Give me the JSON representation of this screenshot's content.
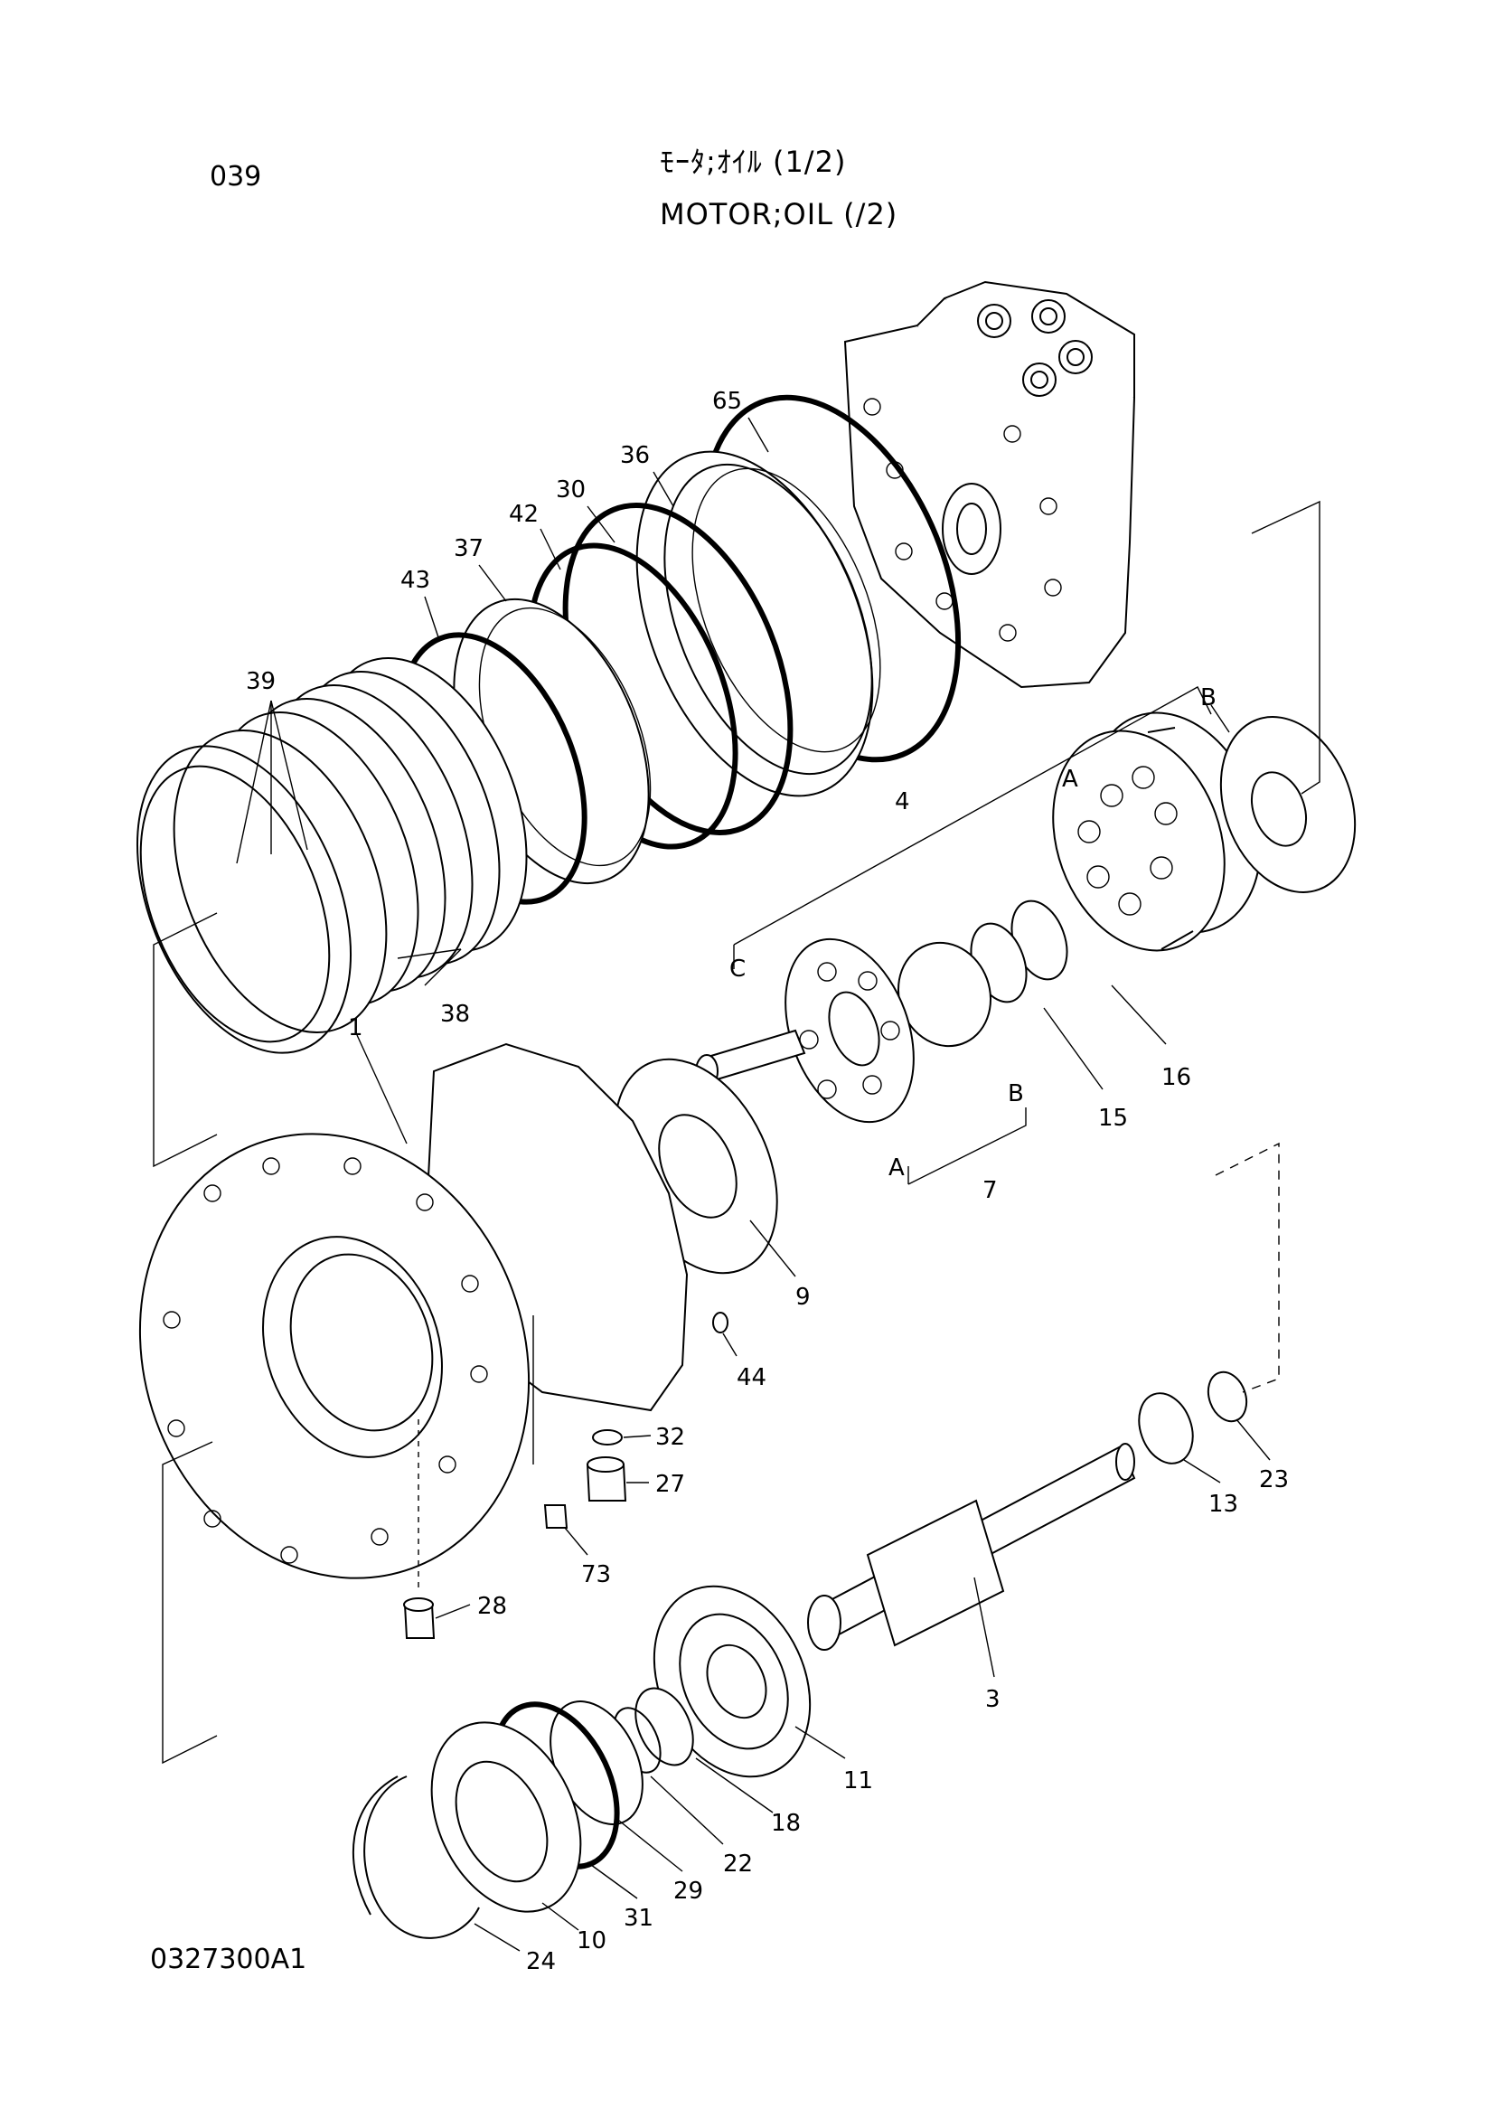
{
  "header": {
    "page_no": "039",
    "title_jp": "ﾓｰﾀ;ｵｲﾙ (1/2)",
    "title_en": "MOTOR;OIL (/2)"
  },
  "footer": {
    "drawing_no": "0327300A1"
  },
  "callouts": {
    "p65": "65",
    "p36": "36",
    "p30": "30",
    "p42": "42",
    "p37": "37",
    "p43": "43",
    "p39": "39",
    "p38": "38",
    "p4": "4",
    "sub_B_top": "B",
    "sub_A_top": "A",
    "sub_C": "C",
    "p16": "16",
    "p15": "15",
    "sub_B_mid": "B",
    "sub_A_mid": "A",
    "p7": "7",
    "p1": "1",
    "p9": "9",
    "p44": "44",
    "p32": "32",
    "p27": "27",
    "p73": "73",
    "p28": "28",
    "p23": "23",
    "p13": "13",
    "p3": "3",
    "p11": "11",
    "p18": "18",
    "p22": "22",
    "p29": "29",
    "p31": "31",
    "p10": "10",
    "p24": "24"
  }
}
